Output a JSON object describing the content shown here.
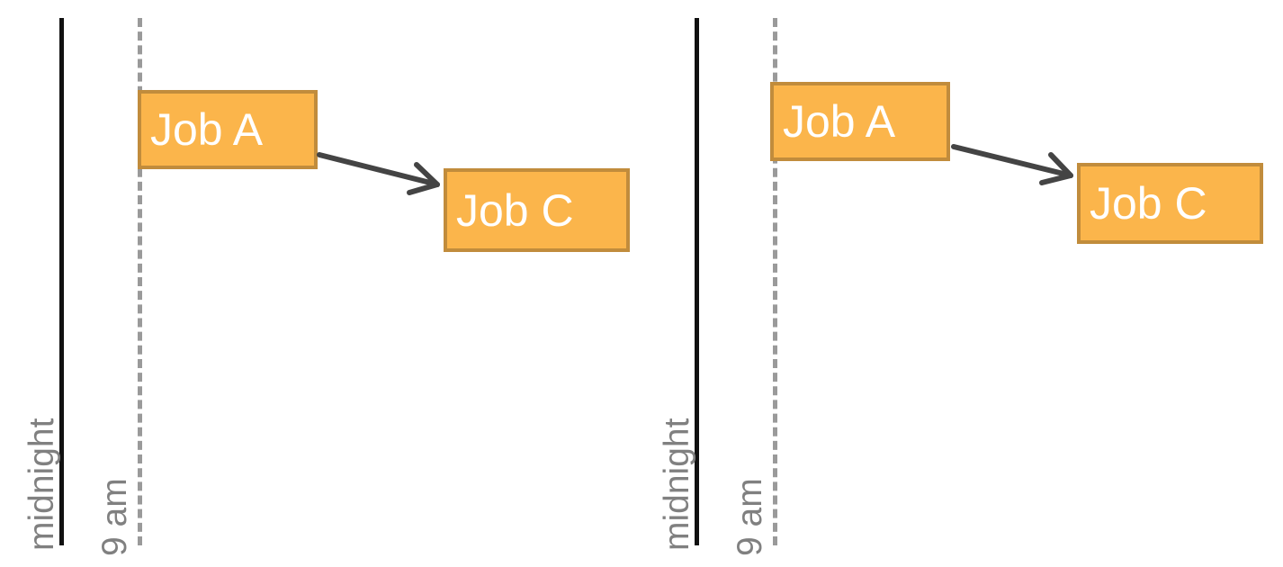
{
  "panels": [
    {
      "id": "left",
      "time_markers": {
        "midnight": "midnight",
        "nine_am": "9 am"
      },
      "jobs": {
        "a": "Job A",
        "c": "Job C"
      },
      "dependency": {
        "from": "Job A",
        "to": "Job C"
      }
    },
    {
      "id": "right",
      "time_markers": {
        "midnight": "midnight",
        "nine_am": "9 am"
      },
      "jobs": {
        "a": "Job A",
        "c": "Job C"
      },
      "dependency": {
        "from": "Job A",
        "to": "Job C"
      }
    }
  ],
  "colors": {
    "job_fill": "#fbb54b",
    "job_border": "#c18c3c",
    "job_text": "#ffffff",
    "midnight_line": "#111111",
    "nine_am_line": "#9a9a9a",
    "marker_label": "#808080",
    "arrow": "#444444"
  }
}
